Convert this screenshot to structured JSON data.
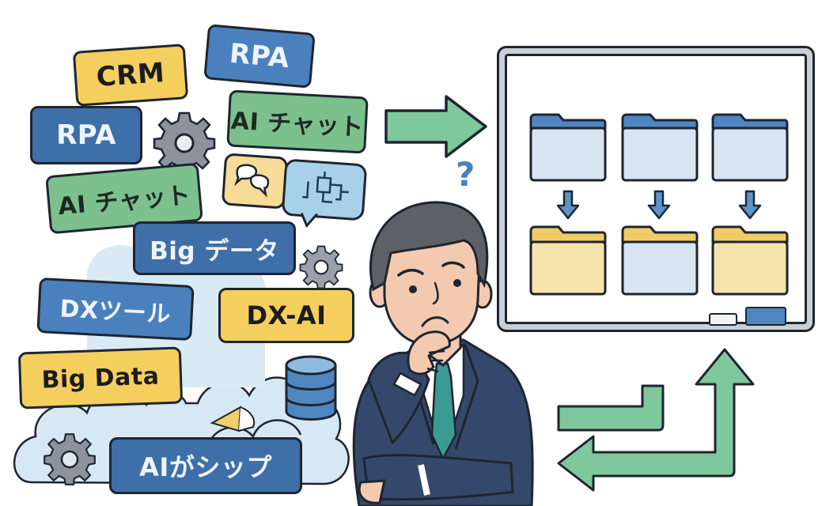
{
  "illustration": {
    "description": "Confused businessman surrounded by chaotic DX/IT buzzword tags, arrow pointing to an organized folder board with cyclic arrows",
    "tags": [
      {
        "id": "crm",
        "label": "CRM",
        "color": "yellow"
      },
      {
        "id": "rpa-top",
        "label": "RPA",
        "color": "blue-light"
      },
      {
        "id": "rpa-left",
        "label": "RPA",
        "color": "blue"
      },
      {
        "id": "ai-chat-right",
        "label": "AI チャット",
        "color": "green"
      },
      {
        "id": "ai-chat-left",
        "label": "AI チャット",
        "color": "green"
      },
      {
        "id": "big-data-jp",
        "label": "Big データ",
        "color": "blue"
      },
      {
        "id": "dx-tool",
        "label": "DXツール",
        "color": "blue-light"
      },
      {
        "id": "dx-ai",
        "label": "DX-AI",
        "color": "yellow"
      },
      {
        "id": "big-data-en",
        "label": "Big Data",
        "color": "yellow"
      },
      {
        "id": "ai-ga-shippu",
        "label": "AIがシップ",
        "color": "blue"
      }
    ],
    "question_mark": "?",
    "board": {
      "folders_top": [
        "blue",
        "blue",
        "blue"
      ],
      "folders_bottom": [
        "yellow",
        "blue",
        "yellow"
      ]
    },
    "colors": {
      "yellow": "#f4cf5e",
      "blue": "#3f6fa8",
      "blue_light": "#4a80bd",
      "green": "#7cc08d",
      "arrow_green": "#7fc79c",
      "outline": "#1e2530",
      "suit": "#34486b",
      "tie": "#3a9b94",
      "skin": "#f3c9b0",
      "hair": "#5d6065",
      "cloud": "#cfe3f1"
    }
  }
}
